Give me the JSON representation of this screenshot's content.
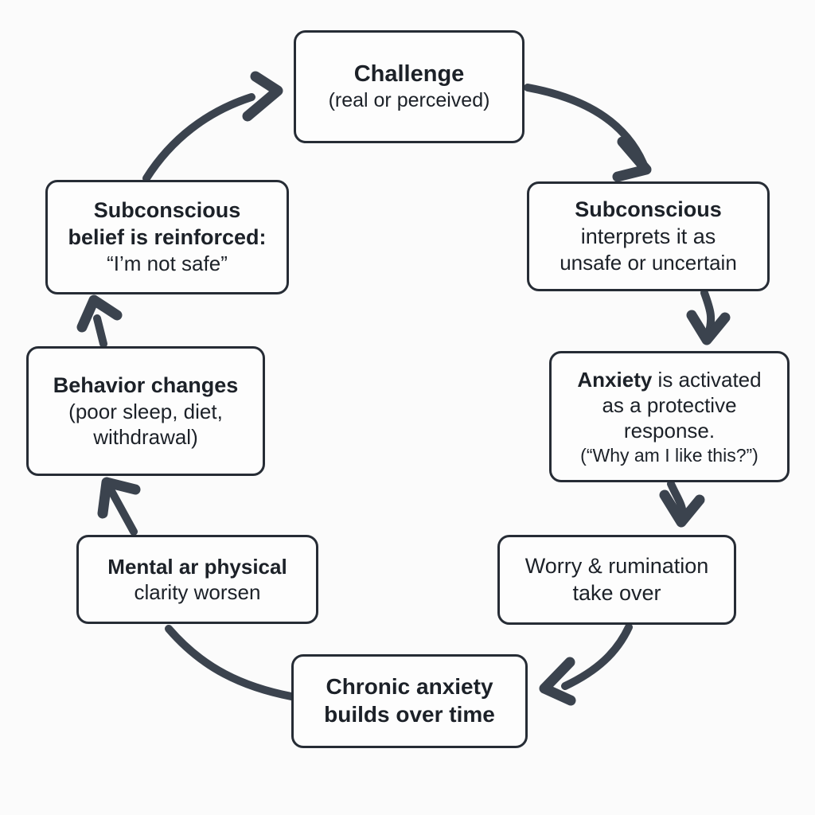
{
  "diagram": {
    "title": "Anxiety cycle flow diagram",
    "type": "cycle-flowchart",
    "background_color": "#fbfbfb",
    "node_border_color": "#262c35",
    "node_fill_color": "#fdfdfd",
    "arrow_color": "#3b434e",
    "text_color": "#1c2128",
    "nodes": [
      {
        "id": "challenge",
        "lines": [
          {
            "text": "Challenge",
            "weight": "bold"
          },
          {
            "text": "(real or perceived)",
            "weight": "regular"
          }
        ]
      },
      {
        "id": "interprets",
        "lines": [
          {
            "text": "Subconscious",
            "weight": "bold"
          },
          {
            "text": "interprets it as",
            "weight": "regular"
          },
          {
            "text": "unsafe or uncertain",
            "weight": "regular"
          }
        ]
      },
      {
        "id": "anxiety",
        "lines": [
          {
            "text": "Anxiety",
            "weight": "bold",
            "text2": " is activated",
            "weight2": "regular"
          },
          {
            "text": "as a protective",
            "weight": "regular"
          },
          {
            "text": "response.",
            "weight": "regular"
          },
          {
            "text": "(“Why am I like this?”)",
            "weight": "regular"
          }
        ]
      },
      {
        "id": "worry",
        "lines": [
          {
            "text": "Worry & rumination",
            "weight": "regular"
          },
          {
            "text": "take over",
            "weight": "regular"
          }
        ]
      },
      {
        "id": "chronic",
        "lines": [
          {
            "text": "Chronic anxiety",
            "weight": "bold"
          },
          {
            "text": "builds over time",
            "weight": "bold"
          }
        ]
      },
      {
        "id": "clarity",
        "lines": [
          {
            "text": "Mental ar physical",
            "weight": "bold"
          },
          {
            "text": "clarity worsen",
            "weight": "regular"
          }
        ]
      },
      {
        "id": "behavior",
        "lines": [
          {
            "text": "Behavior changes",
            "weight": "bold"
          },
          {
            "text": "(poor sleep, diet,",
            "weight": "regular"
          },
          {
            "text": "withdrawal)",
            "weight": "regular"
          }
        ]
      },
      {
        "id": "belief",
        "lines": [
          {
            "text": "Subconscious",
            "weight": "bold"
          },
          {
            "text": "belief is reinforced:",
            "weight": "bold"
          },
          {
            "text": "“I’m not safe”",
            "weight": "regular"
          }
        ]
      }
    ],
    "edges": [
      {
        "from": "challenge",
        "to": "interprets",
        "style": "curved-arrow"
      },
      {
        "from": "interprets",
        "to": "anxiety",
        "style": "curved-arrow"
      },
      {
        "from": "anxiety",
        "to": "worry",
        "style": "curved-arrow"
      },
      {
        "from": "worry",
        "to": "chronic",
        "style": "curved-arrow"
      },
      {
        "from": "chronic",
        "to": "clarity",
        "style": "curved-arrow"
      },
      {
        "from": "clarity",
        "to": "behavior",
        "style": "straight-arrow"
      },
      {
        "from": "behavior",
        "to": "belief",
        "style": "straight-arrow"
      },
      {
        "from": "belief",
        "to": "challenge",
        "style": "curved-arrow"
      }
    ]
  }
}
